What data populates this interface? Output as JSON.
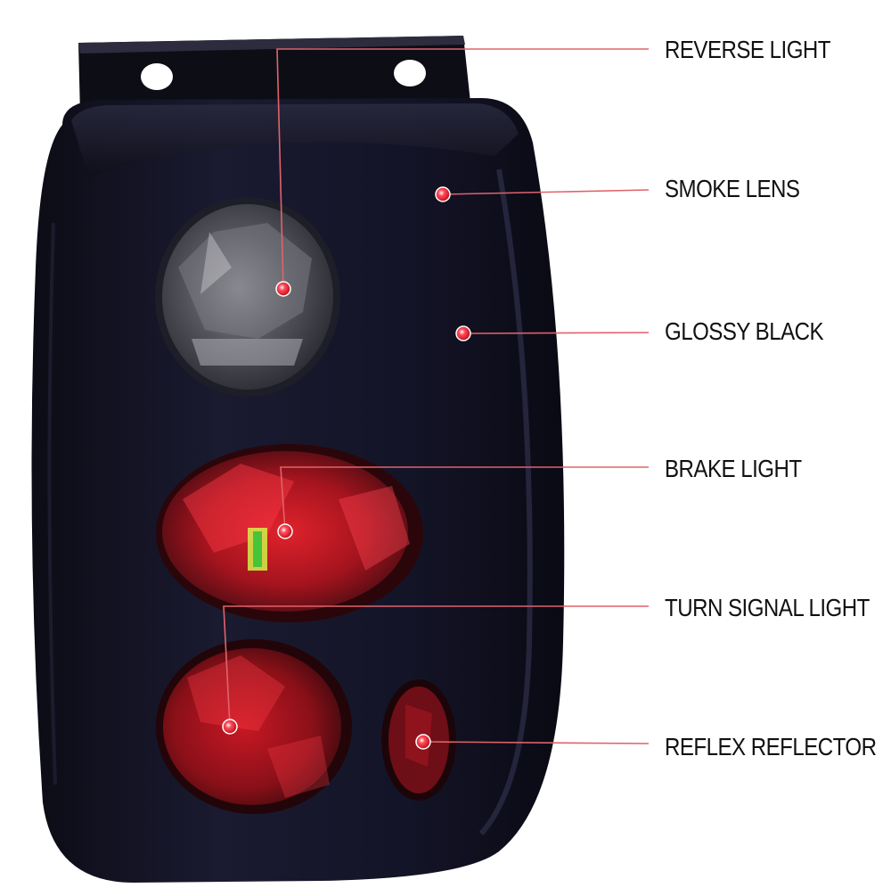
{
  "product": {
    "name": "tail-light-assembly",
    "lens_color": "#14142a",
    "accent_color": "#d21f2e",
    "leader_color": "#e0636b"
  },
  "callouts": [
    {
      "label": "REVERSE LIGHT"
    },
    {
      "label": "SMOKE LENS"
    },
    {
      "label": "GLOSSY BLACK"
    },
    {
      "label": "BRAKE LIGHT"
    },
    {
      "label": "TURN SIGNAL LIGHT"
    },
    {
      "label": "REFLEX REFLECTOR"
    }
  ]
}
